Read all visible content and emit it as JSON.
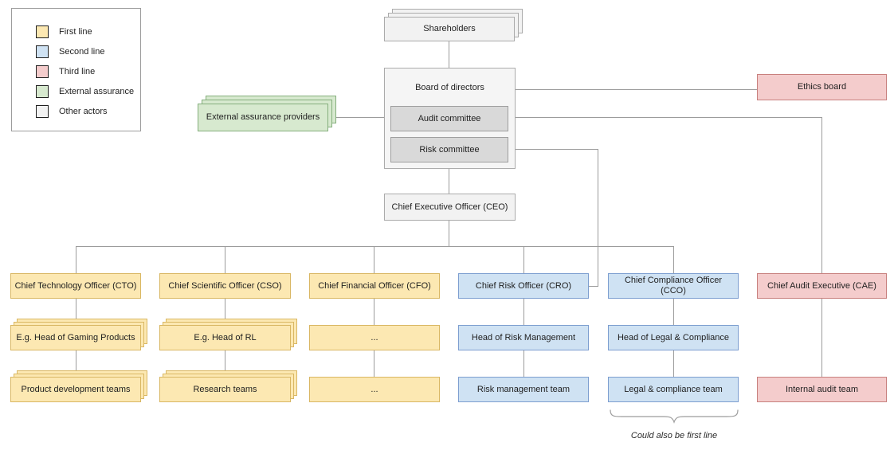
{
  "legend": {
    "items": [
      {
        "label": "First line",
        "color": "#FCE8B2",
        "border": "#D9B763"
      },
      {
        "label": "Second line",
        "color": "#CFE2F3",
        "border": "#7D9ED0"
      },
      {
        "label": "Third line",
        "color": "#F4CCCC",
        "border": "#C8807E"
      },
      {
        "label": "External assurance",
        "color": "#D7E9CF",
        "border": "#84AE7C"
      },
      {
        "label": "Other actors",
        "color": "#F2F2F2",
        "border": "#ABABAB"
      }
    ]
  },
  "palette": {
    "connector_line": "#9c9c9c",
    "committee_fill": "#D9D9D9",
    "container_fill": "#F5F5F5"
  },
  "nodes": {
    "shareholders": "Shareholders",
    "board": "Board of directors",
    "audit_committee": "Audit committee",
    "risk_committee": "Risk committee",
    "external_assurance": "External assurance providers",
    "ethics_board": "Ethics board",
    "ceo": "Chief Executive Officer (CEO)",
    "cto": "Chief Technology Officer (CTO)",
    "cso": "Chief Scientific Officer (CSO)",
    "cfo": "Chief Financial Officer (CFO)",
    "cro": "Chief Risk Officer (CRO)",
    "cco": "Chief Compliance Officer (CCO)",
    "cae": "Chief Audit Executive (CAE)",
    "head_gaming": "E.g. Head of Gaming Products",
    "head_rl": "E.g. Head of RL",
    "cfo_mid": "...",
    "head_risk": "Head of Risk Management",
    "head_legal": "Head of Legal & Compliance",
    "product_teams": "Product development teams",
    "research_teams": "Research teams",
    "cfo_bottom": "...",
    "risk_team": "Risk management team",
    "legal_team": "Legal & compliance team",
    "internal_audit": "Internal audit team",
    "note": "Could also be first line"
  }
}
